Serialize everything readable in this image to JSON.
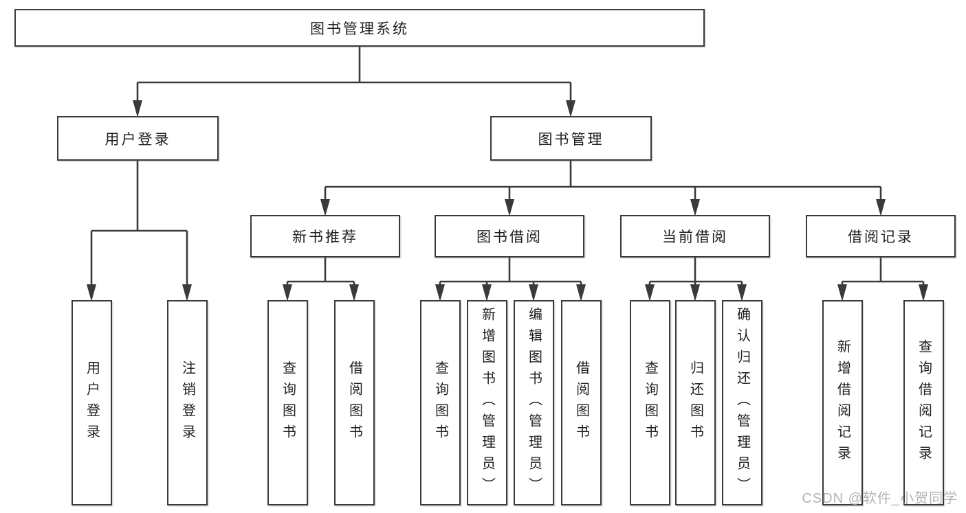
{
  "diagram": {
    "root": {
      "label": "图书管理系统"
    },
    "level2": {
      "user_login": {
        "label": "用户登录",
        "leaves": [
          "用户登录",
          "注销登录"
        ]
      },
      "book_management": {
        "label": "图书管理"
      }
    },
    "level3": {
      "new_book_recommend": {
        "label": "新书推荐",
        "leaves": [
          "查询图书",
          "借阅图书"
        ]
      },
      "book_borrow": {
        "label": "图书借阅",
        "leaves": [
          "查询图书",
          "新增图书（管理员）",
          "编辑图书（管理员）",
          "借阅图书"
        ]
      },
      "current_borrow": {
        "label": "当前借阅",
        "leaves": [
          "查询图书",
          "归还图书",
          "确认归还（管理员）"
        ]
      },
      "borrow_record": {
        "label": "借阅记录",
        "leaves": [
          "新增借阅记录",
          "查询借阅记录"
        ]
      }
    },
    "colors": {
      "line": "#3a3a3a",
      "box_border": "#3a3a3a",
      "text": "#1f1f1f",
      "watermark": "#b3b3b3",
      "background": "#ffffff"
    }
  },
  "watermark": {
    "text": "CSDN @软件_小贺同学"
  }
}
